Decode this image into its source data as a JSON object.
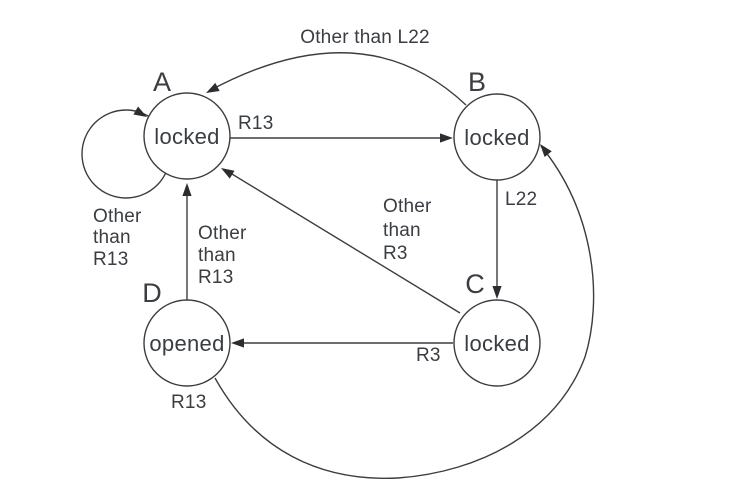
{
  "colors": {
    "background": "#ffffff",
    "line": "#3a3d41",
    "text": "#3a3d41"
  },
  "diagram": {
    "type": "state-machine",
    "states": [
      {
        "name": "A",
        "label": "locked"
      },
      {
        "name": "B",
        "label": "locked"
      },
      {
        "name": "C",
        "label": "locked"
      },
      {
        "name": "D",
        "label": "opened"
      }
    ],
    "transitions": [
      {
        "from": "A",
        "to": "A",
        "trigger": "Other than R13",
        "lines": [
          "Other",
          "than",
          "R13"
        ]
      },
      {
        "from": "A",
        "to": "B",
        "trigger": "R13",
        "lines": [
          "R13"
        ]
      },
      {
        "from": "B",
        "to": "A",
        "trigger": "Other than L22",
        "lines": [
          "Other than L22"
        ]
      },
      {
        "from": "B",
        "to": "C",
        "trigger": "L22",
        "lines": [
          "L22"
        ]
      },
      {
        "from": "C",
        "to": "A",
        "trigger": "Other than R3",
        "lines": [
          "Other",
          "than",
          "R3"
        ]
      },
      {
        "from": "C",
        "to": "D",
        "trigger": "R3",
        "lines": [
          "R3"
        ]
      },
      {
        "from": "D",
        "to": "A",
        "trigger": "Other than R13",
        "lines": [
          "Other",
          "than",
          "R13"
        ]
      },
      {
        "from": "D",
        "to": "B",
        "trigger": "R13",
        "lines": [
          "R13"
        ]
      }
    ]
  }
}
